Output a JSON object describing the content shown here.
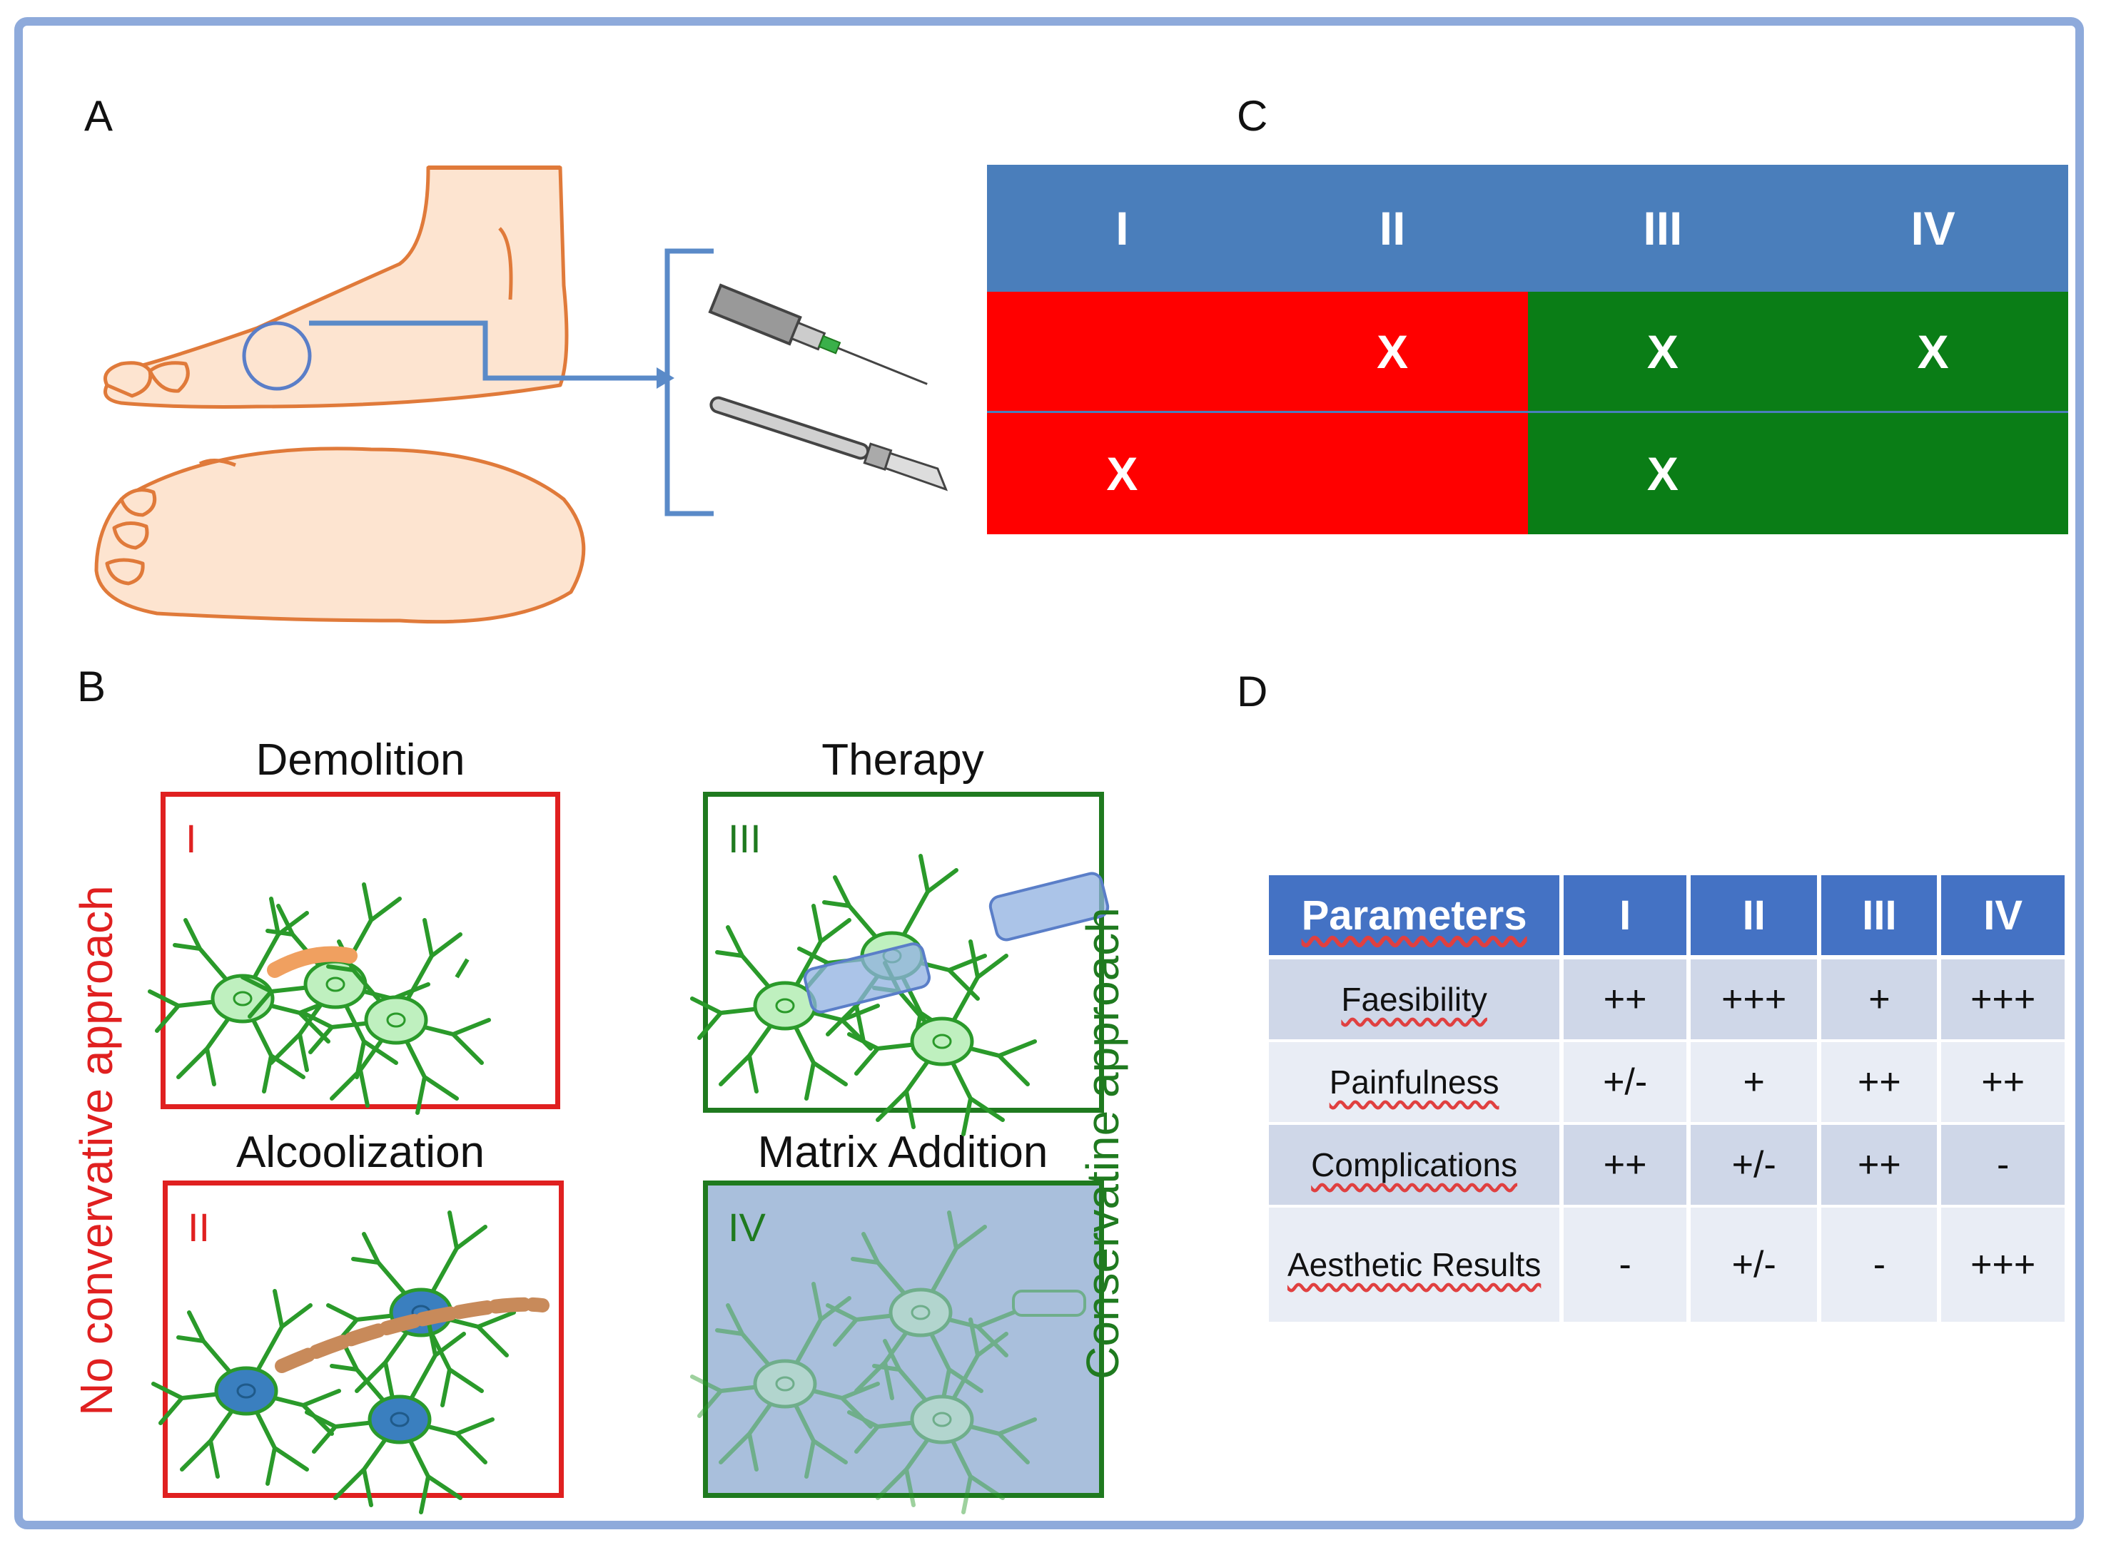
{
  "panels": {
    "a": "A",
    "b": "B",
    "c": "C",
    "d": "D"
  },
  "panel_c": {
    "headers": [
      "I",
      "II",
      "III",
      "IV"
    ],
    "rows": [
      [
        "",
        "X",
        "X",
        "X"
      ],
      [
        "X",
        "",
        "X",
        ""
      ]
    ],
    "colors": {
      "header": "#4a7ebb",
      "left": "#ff0000",
      "right": "#0a7d16"
    }
  },
  "panel_b": {
    "titles": {
      "demolition": "Demolition",
      "therapy": "Therapy",
      "alcoolization": "Alcoolization",
      "matrix": "Matrix Addition"
    },
    "box_numbers": {
      "i": "I",
      "ii": "II",
      "iii": "III",
      "iv": "IV"
    },
    "side_labels": {
      "left": "No convervative approach",
      "right": "Conservatine approach"
    }
  },
  "panel_d": {
    "headers": [
      "Parameters",
      "I",
      "II",
      "III",
      "IV"
    ],
    "rows": [
      {
        "param": "Faesibility",
        "values": [
          "++",
          "+++",
          "+",
          "+++"
        ]
      },
      {
        "param": "Painfulness",
        "values": [
          "+/-",
          "+",
          "++",
          "++"
        ]
      },
      {
        "param": "Complications",
        "values": [
          "++",
          "+/-",
          "++",
          "-"
        ]
      },
      {
        "param": "Aesthetic Results",
        "values": [
          "-",
          "+/-",
          "-",
          "+++"
        ]
      }
    ]
  },
  "icons": [
    "foot-side-icon",
    "foot-sole-icon",
    "syringe-icon",
    "scalpel-icon",
    "neuron-cluster-icon",
    "tube-icon"
  ]
}
